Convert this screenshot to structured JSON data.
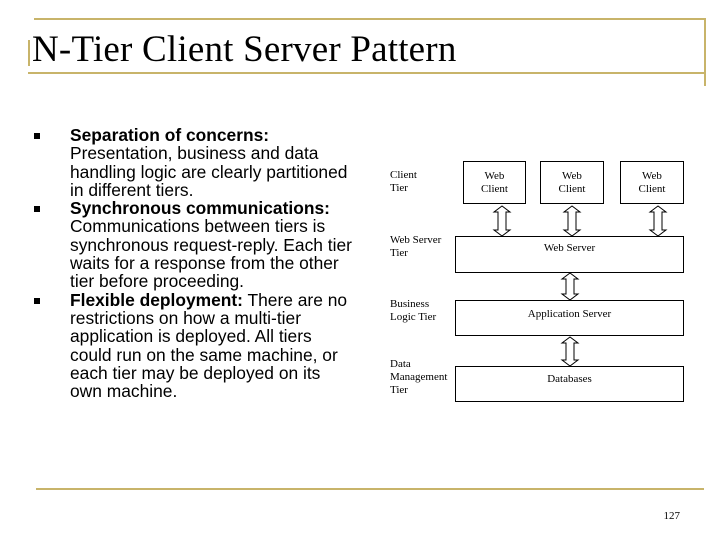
{
  "title": "N-Tier Client Server Pattern",
  "bullets": [
    {
      "head": "Separation of concerns:",
      "body": " Presentation, business and data handling logic are clearly partitioned in different tiers."
    },
    {
      "head": "Synchronous communications:",
      "body": " Communications between tiers is synchronous request-reply. Each tier waits for a response from the other tier before proceeding."
    },
    {
      "head": "Flexible deployment:",
      "body": " There are no restrictions on how a multi-tier application is deployed. All tiers could run on the same machine, or each tier may be deployed on its own machine."
    }
  ],
  "diagram": {
    "tier_labels": {
      "client": "Client Tier",
      "web_server": "Web Server Tier",
      "business": "Business Logic Tier",
      "data": "Data Management Tier"
    },
    "clients": [
      "Web Client",
      "Web Client",
      "Web Client"
    ],
    "web_server": "Web Server",
    "app_server": "Application Server",
    "databases": "Databases"
  },
  "page_number": "127",
  "colors": {
    "frame_rule": "#c8b46a",
    "bullet_mark": "#000000"
  }
}
